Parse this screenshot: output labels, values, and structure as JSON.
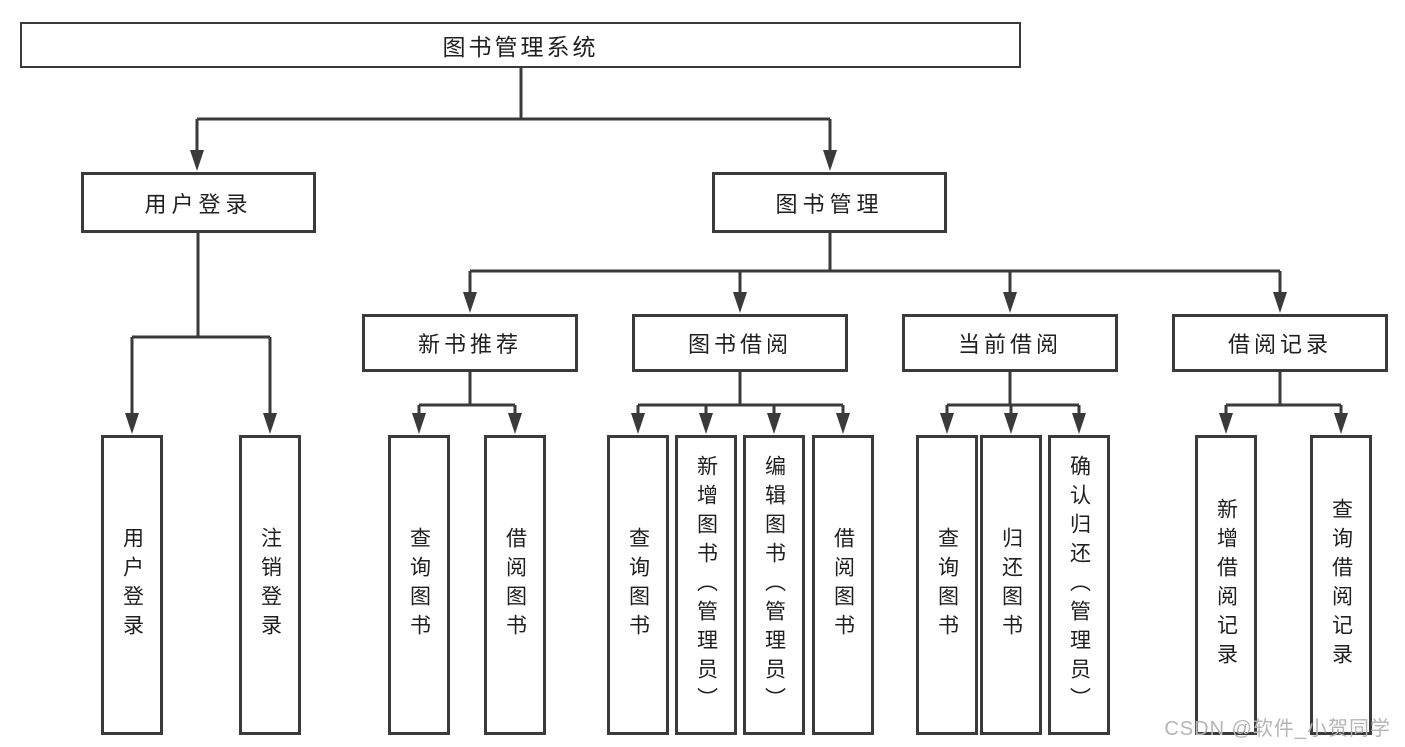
{
  "diagram": {
    "root": {
      "label": "图书管理系统"
    },
    "level1": [
      {
        "label": "用户登录"
      },
      {
        "label": "图书管理"
      }
    ],
    "level2": [
      {
        "label": "新书推荐"
      },
      {
        "label": "图书借阅"
      },
      {
        "label": "当前借阅"
      },
      {
        "label": "借阅记录"
      }
    ],
    "leaves": {
      "login": [
        {
          "label": "用户登录"
        },
        {
          "label": "注销登录"
        }
      ],
      "newbook": [
        {
          "label": "查询图书"
        },
        {
          "label": "借阅图书"
        }
      ],
      "borrow": [
        {
          "label": "查询图书"
        },
        {
          "label": "新增图书（管理员）"
        },
        {
          "label": "编辑图书（管理员）"
        },
        {
          "label": "借阅图书"
        }
      ],
      "current": [
        {
          "label": "查询图书"
        },
        {
          "label": "归还图书"
        },
        {
          "label": "确认归还（管理员）"
        }
      ],
      "records": [
        {
          "label": "新增借阅记录"
        },
        {
          "label": "查询借阅记录"
        }
      ]
    }
  },
  "watermark": {
    "text": "CSDN @软件_小贺同学"
  },
  "colors": {
    "line": "#3a3a3a",
    "text": "#1f1f1f",
    "background": "#ffffff",
    "box_background": "#ffffff",
    "watermark": "#b5b5b5"
  }
}
